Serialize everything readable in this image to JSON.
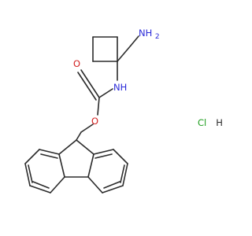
{
  "molecule": {
    "labels": {
      "amine_nh2": "NH2",
      "carbamate_nh": "NH",
      "carbonyl_o": "O",
      "ester_o": "O",
      "salt": "Cl H"
    },
    "colors": {
      "bond": "#2b2b2b",
      "nitrogen": "#2a2ad8",
      "oxygen": "#d22020",
      "chlorine": "#1e9e1e",
      "hydrogen": "#2b2b2b"
    }
  }
}
